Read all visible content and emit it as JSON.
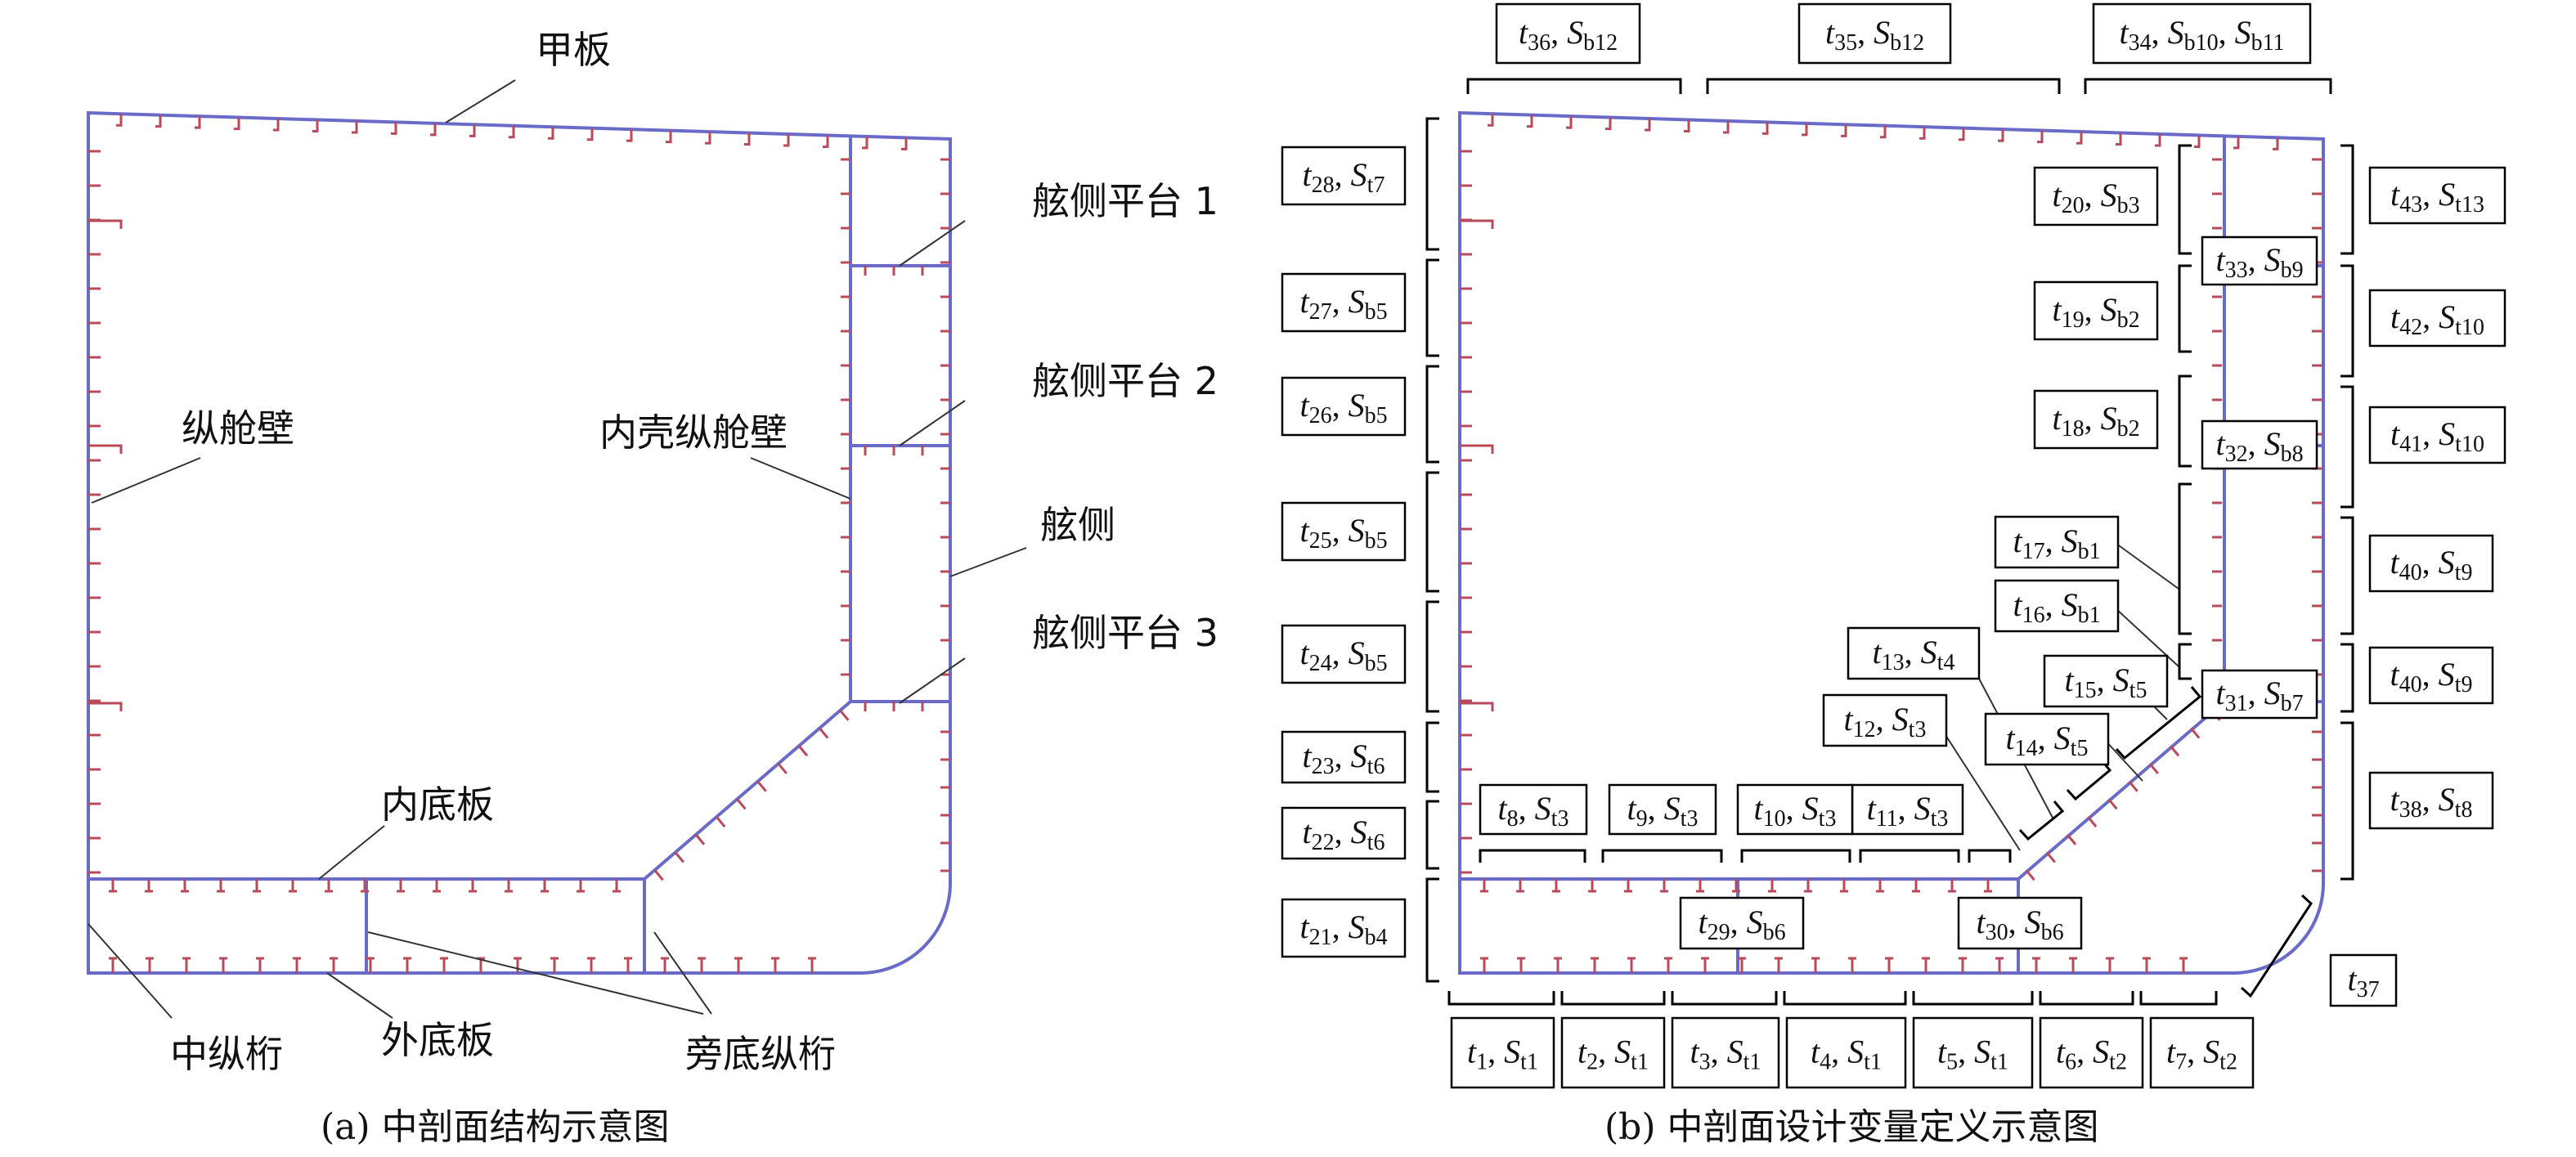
{
  "panel_a": {
    "caption": "(a) 中剖面结构示意图",
    "labels": {
      "deck": "甲板",
      "side_platform_1": "舷侧平台 1",
      "side_platform_2": "舷侧平台 2",
      "longitudinal_bulkhead": "纵舱壁",
      "inner_shell_bulkhead": "内壳纵舱壁",
      "side_shell": "舷侧",
      "side_platform_3": "舷侧平台 3",
      "inner_bottom": "内底板",
      "center_girder": "中纵桁",
      "outer_bottom": "外底板",
      "side_girder": "旁底纵桁"
    }
  },
  "panel_b": {
    "caption": "(b) 中剖面设计变量定义示意图",
    "variables": [
      {
        "id": "v36",
        "t": "36",
        "s": "b12"
      },
      {
        "id": "v35",
        "t": "35",
        "s": "b12"
      },
      {
        "id": "v34",
        "t": "34",
        "s": "b10",
        "s2": "b11"
      },
      {
        "id": "v28",
        "t": "28",
        "s": "t7"
      },
      {
        "id": "v27",
        "t": "27",
        "s": "b5"
      },
      {
        "id": "v26",
        "t": "26",
        "s": "b5"
      },
      {
        "id": "v25",
        "t": "25",
        "s": "b5"
      },
      {
        "id": "v24",
        "t": "24",
        "s": "b5"
      },
      {
        "id": "v23",
        "t": "23",
        "s": "t6"
      },
      {
        "id": "v22",
        "t": "22",
        "s": "t6"
      },
      {
        "id": "v21",
        "t": "21",
        "s": "b4"
      },
      {
        "id": "v20",
        "t": "20",
        "s": "b3"
      },
      {
        "id": "v19",
        "t": "19",
        "s": "b2"
      },
      {
        "id": "v18",
        "t": "18",
        "s": "b2"
      },
      {
        "id": "v17",
        "t": "17",
        "s": "b1"
      },
      {
        "id": "v16",
        "t": "16",
        "s": "b1"
      },
      {
        "id": "v15",
        "t": "15",
        "s": "t5"
      },
      {
        "id": "v14",
        "t": "14",
        "s": "t5"
      },
      {
        "id": "v13",
        "t": "13",
        "s": "t4"
      },
      {
        "id": "v12",
        "t": "12",
        "s": "t3"
      },
      {
        "id": "v11",
        "t": "11",
        "s": "t3"
      },
      {
        "id": "v10",
        "t": "10",
        "s": "t3"
      },
      {
        "id": "v9",
        "t": "9",
        "s": "t3"
      },
      {
        "id": "v8",
        "t": "8",
        "s": "t3"
      },
      {
        "id": "v33",
        "t": "33",
        "s": "b9"
      },
      {
        "id": "v32",
        "t": "32",
        "s": "b8"
      },
      {
        "id": "v31",
        "t": "31",
        "s": "b7"
      },
      {
        "id": "v29",
        "t": "29",
        "s": "b6"
      },
      {
        "id": "v30",
        "t": "30",
        "s": "b6"
      },
      {
        "id": "v43",
        "t": "43",
        "s": "t13"
      },
      {
        "id": "v42",
        "t": "42",
        "s": "t10"
      },
      {
        "id": "v41",
        "t": "41",
        "s": "t10"
      },
      {
        "id": "v40a",
        "t": "40",
        "s": "t9"
      },
      {
        "id": "v40b",
        "t": "40",
        "s": "t9"
      },
      {
        "id": "v38",
        "t": "38",
        "s": "t8"
      },
      {
        "id": "v37",
        "t": "37"
      },
      {
        "id": "v1",
        "t": "1",
        "s": "t1"
      },
      {
        "id": "v2",
        "t": "2",
        "s": "t1"
      },
      {
        "id": "v3",
        "t": "3",
        "s": "t1"
      },
      {
        "id": "v4",
        "t": "4",
        "s": "t1"
      },
      {
        "id": "v5",
        "t": "5",
        "s": "t1"
      },
      {
        "id": "v6",
        "t": "6",
        "s": "t2"
      },
      {
        "id": "v7",
        "t": "7",
        "s": "t2"
      }
    ]
  }
}
